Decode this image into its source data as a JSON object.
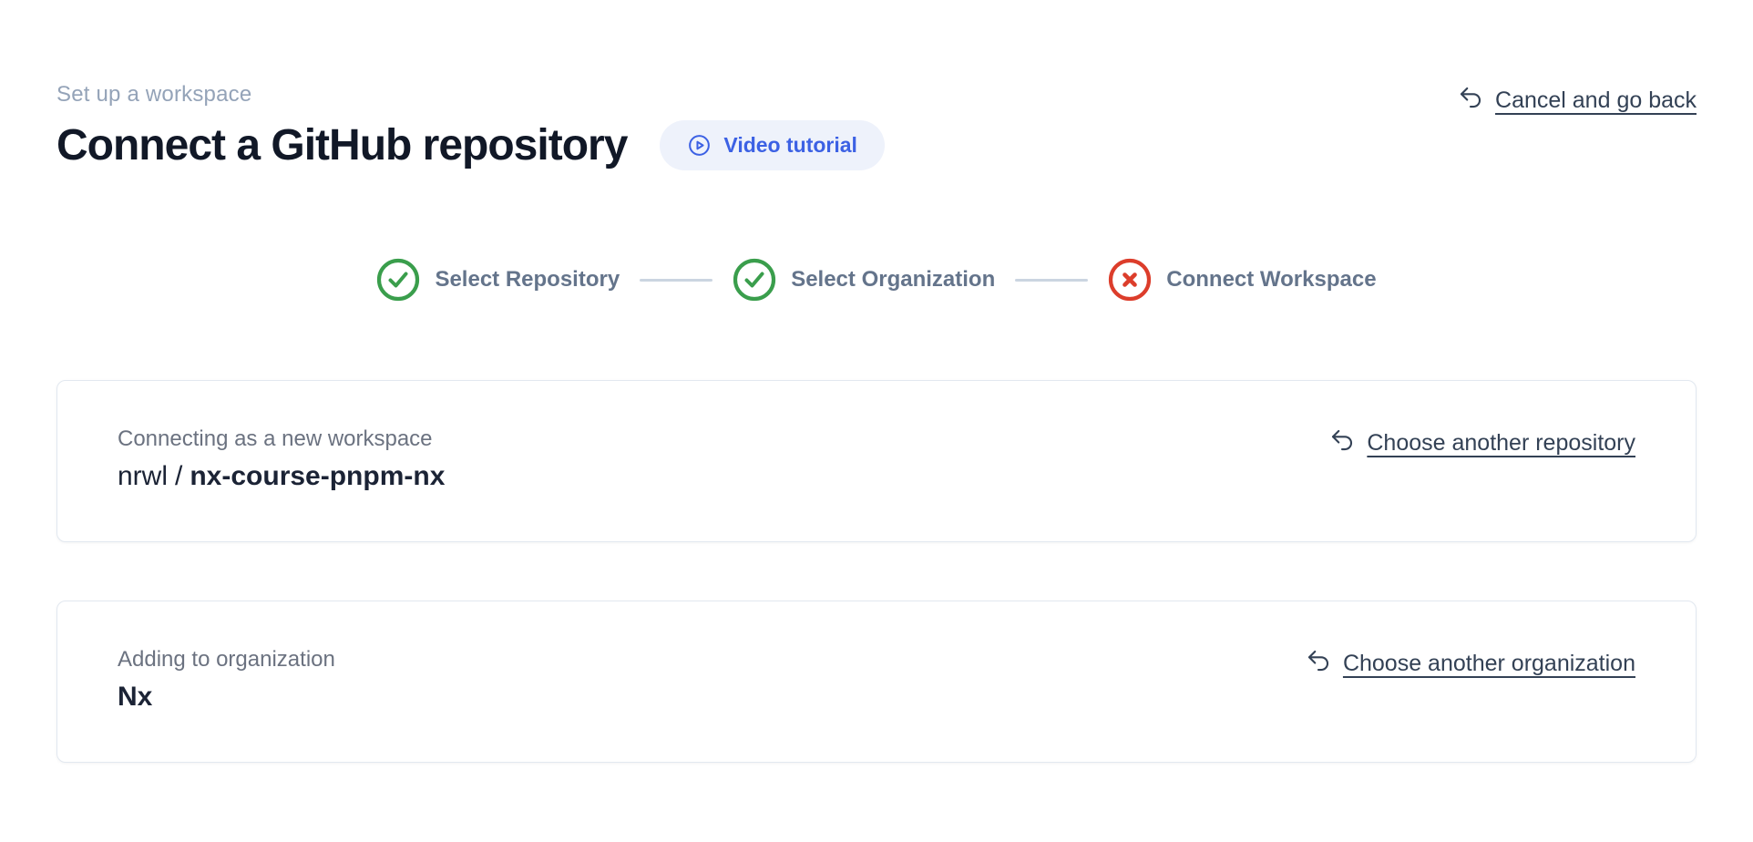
{
  "page": {
    "eyebrow": "Set up a workspace",
    "title": "Connect a GitHub repository"
  },
  "header": {
    "video_tutorial_label": "Video tutorial",
    "cancel_label": "Cancel and go back"
  },
  "stepper": {
    "steps": [
      {
        "label": "Select Repository",
        "status": "done"
      },
      {
        "label": "Select Organization",
        "status": "done"
      },
      {
        "label": "Connect Workspace",
        "status": "error"
      }
    ]
  },
  "repository_card": {
    "label": "Connecting as a new workspace",
    "owner": "nrwl",
    "separator": "/",
    "repo": "nx-course-pnpm-nx",
    "change_link": "Choose another repository"
  },
  "organization_card": {
    "label": "Adding to organization",
    "name": "Nx",
    "change_link": "Choose another organization"
  },
  "icons": {
    "video": "play-circle-icon",
    "back": "arrow-uturn-left-icon",
    "step_done": "check-circle-icon",
    "step_error": "x-circle-icon"
  },
  "colors": {
    "accent_blue": "#3c61e4",
    "pill_background": "#eef2fb",
    "success_green": "#3a9e4c",
    "error_red": "#dc3d2b",
    "muted_text": "#94a3b8",
    "link_text": "#334155",
    "card_border": "#e2e8f0"
  }
}
